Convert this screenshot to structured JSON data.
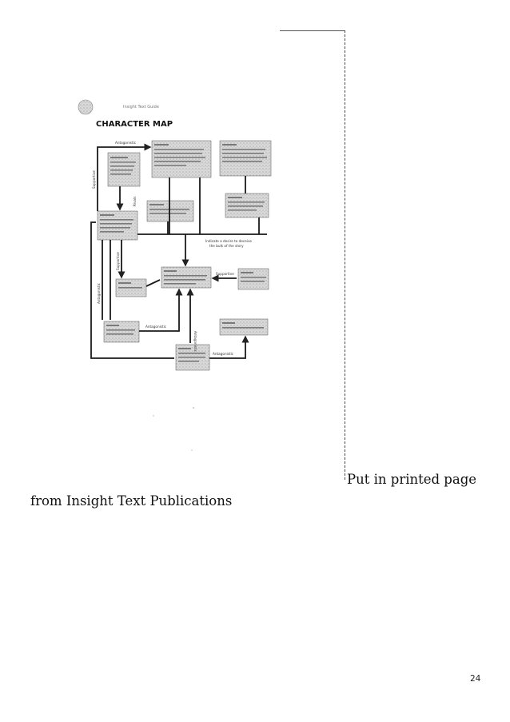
{
  "document": {
    "caption_right": "Put in printed page",
    "caption_left": "from Insight Text Publications",
    "page_number": "24"
  },
  "figure": {
    "header": "Insight Text Guide",
    "title": "CHARACTER MAP",
    "edge_labels": {
      "top": "Antagonistic",
      "supportive_left": "Supportive",
      "rivals": "Rivals",
      "supportive_mid": "Supportive",
      "antagonistic_left": "Antagonistic",
      "supportive_right": "Supportive",
      "antagonistic_bottom": "Antagonistic",
      "antagonistic_mid": "Antagonistic",
      "antagonistic_right": "Antagonistic"
    },
    "center_note": [
      "Indicate a desire to deceive",
      "the bulk of the story"
    ]
  }
}
